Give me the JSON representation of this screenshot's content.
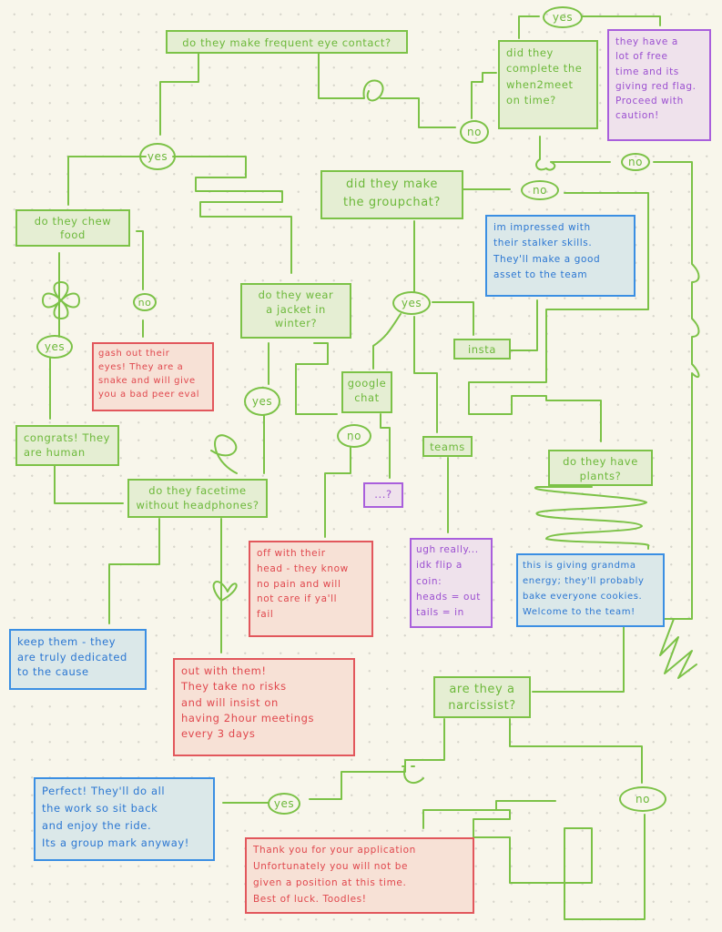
{
  "colors": {
    "green": "#7cc247",
    "red": "#e2575c",
    "blue": "#3b8fe3",
    "purple": "#a95fdc",
    "background": "#f8f6eb"
  },
  "nodes": {
    "eye_contact": "do they make frequent eye contact?",
    "chew_food": "do they chew\nfood",
    "gash": "gash out their\neyes! They are a\nsnake and will give\nyou a bad peer eval",
    "congrats": "congrats! They\nare human",
    "jacket": "do they wear\na jacket in\nwinter?",
    "facetime": "do they facetime\nwithout headphones?",
    "keep": "keep them - they\nare truly dedicated\nto the cause",
    "out_with": "out with them!\nThey take no risks\nand will insist on\nhaving 2hour meetings\nevery 3 days",
    "groupchat": "did they make\nthe groupchat?",
    "when2meet": "did they\ncomplete the\nwhen2meet\non time?",
    "free_time": "they have a\nlot of free\ntime and its\ngiving red flag.\nProceed with\ncaution!",
    "impressed": "im impressed with\ntheir stalker skills.\nThey'll make a good\nasset to the team",
    "insta": "insta",
    "google_chat": "google\nchat",
    "teams": "teams",
    "dots": "...?",
    "off_with": "off with their\nhead - they know\nno pain and will\nnot care if ya'll\nfail",
    "ugh": "ugh really...\nidk flip a\ncoin:\nheads = out\ntails = in",
    "plants": "do they have\nplants?",
    "grandma": "this is giving grandma\nenergy; they'll probably\nbake everyone cookies.\nWelcome to the team!",
    "narcissist": "are they a\nnarcissist?",
    "perfect": "Perfect! They'll do all\nthe work so sit back\nand enjoy the ride.\nIts a group mark anyway!",
    "thank_you": "Thank you for your application\nUnfortunately you will not be\ngiven a position at this time.\nBest of luck. Toodles!"
  },
  "labels": {
    "yes": "yes",
    "no": "no"
  }
}
